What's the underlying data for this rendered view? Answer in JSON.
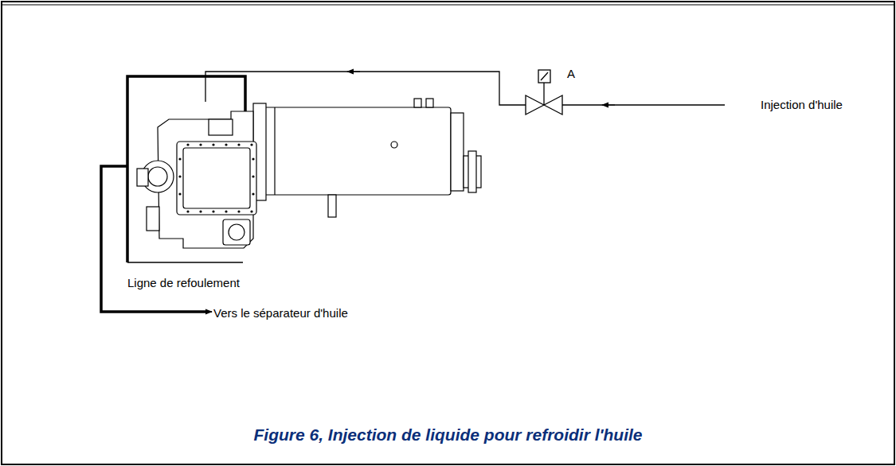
{
  "diagram": {
    "caption": "Figure 6, Injection de liquide pour refroidir l'huile",
    "labels": [
      "A",
      "Injection d'huile",
      "Ligne de refoulement",
      "Vers le séparateur d'huile"
    ]
  }
}
